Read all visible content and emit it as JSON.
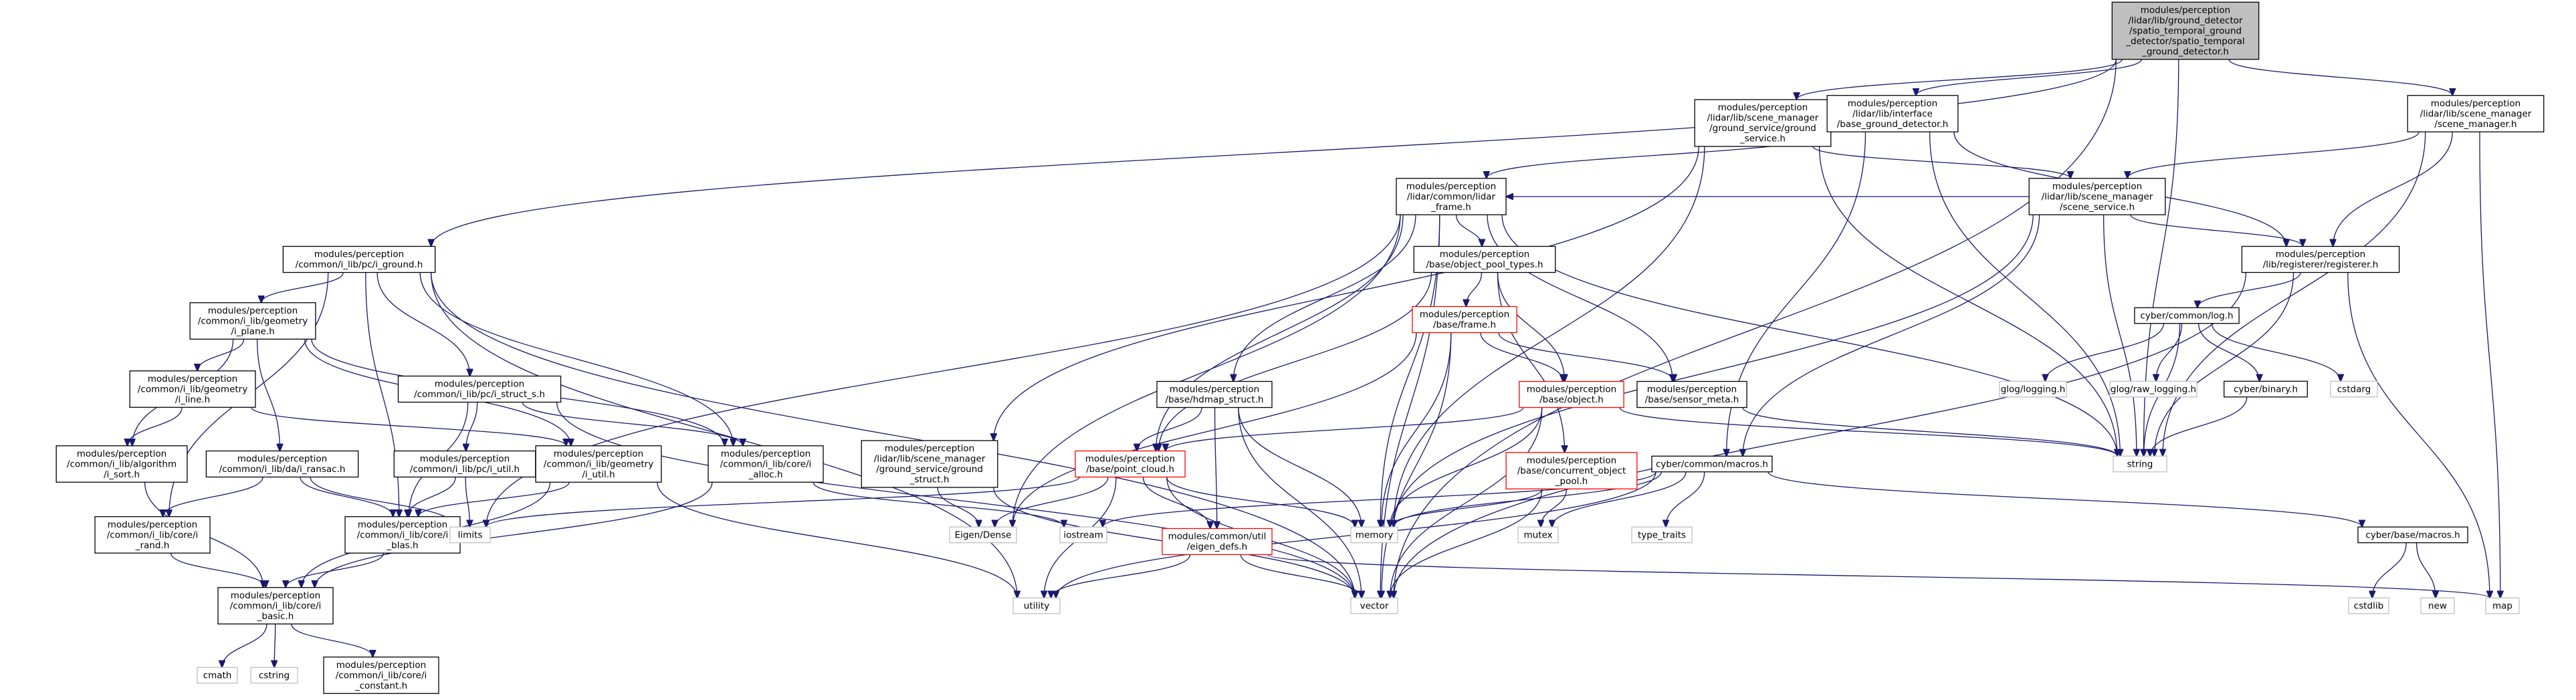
{
  "colors": {
    "edge": "#191970",
    "edge_light": "#63b8ff",
    "root_fill": "#bfbfbf",
    "box_stroke": "#000000",
    "warn_stroke": "#ff0000",
    "ext_stroke": "#bfbfbf",
    "text": "#000000"
  },
  "nodes": [
    {
      "id": "root",
      "kind": "root",
      "lines": [
        "modules/perception",
        "/lidar/lib/ground_detector",
        "/spatio_temporal_ground",
        "_detector/spatio_temporal",
        "_ground_detector.h"
      ]
    },
    {
      "id": "gs_ground_service",
      "kind": "file",
      "lines": [
        "modules/perception",
        "/lidar/lib/scene_manager",
        "/ground_service/ground",
        "_service.h"
      ]
    },
    {
      "id": "base_ground_detector",
      "kind": "file",
      "lines": [
        "modules/perception",
        "/lidar/lib/interface",
        "/base_ground_detector.h"
      ]
    },
    {
      "id": "scene_manager",
      "kind": "file",
      "lines": [
        "modules/perception",
        "/lidar/lib/scene_manager",
        "/scene_manager.h"
      ]
    },
    {
      "id": "i_ground",
      "kind": "file",
      "lines": [
        "modules/perception",
        "/common/i_lib/pc/i_ground.h"
      ]
    },
    {
      "id": "lidar_frame",
      "kind": "file",
      "lines": [
        "modules/perception",
        "/lidar/common/lidar",
        "_frame.h"
      ]
    },
    {
      "id": "scene_service",
      "kind": "file",
      "lines": [
        "modules/perception",
        "/lidar/lib/scene_manager",
        "/scene_service.h"
      ]
    },
    {
      "id": "registerer",
      "kind": "file",
      "lines": [
        "modules/perception",
        "/lib/registerer/registerer.h"
      ]
    },
    {
      "id": "i_plane",
      "kind": "file",
      "lines": [
        "modules/perception",
        "/common/i_lib/geometry",
        "/i_plane.h"
      ]
    },
    {
      "id": "object_pool_types",
      "kind": "file",
      "lines": [
        "modules/perception",
        "/base/object_pool_types.h"
      ]
    },
    {
      "id": "cyber_log",
      "kind": "file",
      "lines": [
        "cyber/common/log.h"
      ]
    },
    {
      "id": "base_frame",
      "kind": "warn",
      "lines": [
        "modules/perception",
        "/base/frame.h"
      ]
    },
    {
      "id": "i_line",
      "kind": "file",
      "lines": [
        "modules/perception",
        "/common/i_lib/geometry",
        "/i_line.h"
      ]
    },
    {
      "id": "i_struct_s",
      "kind": "file",
      "lines": [
        "modules/perception",
        "/common/i_lib/pc/i_struct_s.h"
      ]
    },
    {
      "id": "hdmap_struct",
      "kind": "file",
      "lines": [
        "modules/perception",
        "/base/hdmap_struct.h"
      ]
    },
    {
      "id": "base_object",
      "kind": "warn",
      "lines": [
        "modules/perception",
        "/base/object.h"
      ]
    },
    {
      "id": "sensor_meta",
      "kind": "file",
      "lines": [
        "modules/perception",
        "/base/sensor_meta.h"
      ]
    },
    {
      "id": "glog_logging",
      "kind": "ext",
      "lines": [
        "glog/logging.h"
      ]
    },
    {
      "id": "glog_raw_logging",
      "kind": "ext",
      "lines": [
        "glog/raw_logging.h"
      ]
    },
    {
      "id": "cyber_binary",
      "kind": "file",
      "lines": [
        "cyber/binary.h"
      ]
    },
    {
      "id": "cstdarg",
      "kind": "ext",
      "lines": [
        "cstdarg"
      ]
    },
    {
      "id": "i_sort",
      "kind": "file",
      "lines": [
        "modules/perception",
        "/common/i_lib/algorithm",
        "/i_sort.h"
      ]
    },
    {
      "id": "i_ransac",
      "kind": "file",
      "lines": [
        "modules/perception",
        "/common/i_lib/da/i_ransac.h"
      ]
    },
    {
      "id": "i_util_pc",
      "kind": "file",
      "lines": [
        "modules/perception",
        "/common/i_lib/pc/i_util.h"
      ]
    },
    {
      "id": "i_util_geom",
      "kind": "file",
      "lines": [
        "modules/perception",
        "/common/i_lib/geometry",
        "/i_util.h"
      ]
    },
    {
      "id": "i_alloc",
      "kind": "file",
      "lines": [
        "modules/perception",
        "/common/i_lib/core/i",
        "_alloc.h"
      ]
    },
    {
      "id": "gs_ground_struct",
      "kind": "file",
      "lines": [
        "modules/perception",
        "/lidar/lib/scene_manager",
        "/ground_service/ground",
        "_struct.h"
      ]
    },
    {
      "id": "point_cloud",
      "kind": "warn",
      "lines": [
        "modules/perception",
        "/base/point_cloud.h"
      ]
    },
    {
      "id": "concurrent_pool",
      "kind": "warn",
      "lines": [
        "modules/perception",
        "/base/concurrent_object",
        "_pool.h"
      ]
    },
    {
      "id": "cyber_macros",
      "kind": "file",
      "lines": [
        "cyber/common/macros.h"
      ]
    },
    {
      "id": "string",
      "kind": "ext",
      "lines": [
        "string"
      ]
    },
    {
      "id": "i_rand",
      "kind": "file",
      "lines": [
        "modules/perception",
        "/common/i_lib/core/i",
        "_rand.h"
      ]
    },
    {
      "id": "i_blas",
      "kind": "file",
      "lines": [
        "modules/perception",
        "/common/i_lib/core/i",
        "_blas.h"
      ]
    },
    {
      "id": "limits",
      "kind": "ext",
      "lines": [
        "limits"
      ]
    },
    {
      "id": "eigen_dense",
      "kind": "ext",
      "lines": [
        "Eigen/Dense"
      ]
    },
    {
      "id": "iostream",
      "kind": "ext",
      "lines": [
        "iostream"
      ]
    },
    {
      "id": "memory",
      "kind": "ext",
      "lines": [
        "memory"
      ]
    },
    {
      "id": "mutex",
      "kind": "ext",
      "lines": [
        "mutex"
      ]
    },
    {
      "id": "type_traits",
      "kind": "ext",
      "lines": [
        "type_traits"
      ]
    },
    {
      "id": "eigen_defs",
      "kind": "warn",
      "lines": [
        "modules/common/util",
        "/eigen_defs.h"
      ]
    },
    {
      "id": "base_macros",
      "kind": "file",
      "lines": [
        "cyber/base/macros.h"
      ]
    },
    {
      "id": "i_basic",
      "kind": "file",
      "lines": [
        "modules/perception",
        "/common/i_lib/core/i",
        "_basic.h"
      ]
    },
    {
      "id": "utility",
      "kind": "ext",
      "lines": [
        "utility"
      ]
    },
    {
      "id": "vector",
      "kind": "ext",
      "lines": [
        "vector"
      ]
    },
    {
      "id": "cstdlib",
      "kind": "ext",
      "lines": [
        "cstdlib"
      ]
    },
    {
      "id": "new",
      "kind": "ext",
      "lines": [
        "new"
      ]
    },
    {
      "id": "map",
      "kind": "ext",
      "lines": [
        "map"
      ]
    },
    {
      "id": "cmath",
      "kind": "ext",
      "lines": [
        "cmath"
      ]
    },
    {
      "id": "cstring",
      "kind": "ext",
      "lines": [
        "cstring"
      ]
    },
    {
      "id": "i_constant",
      "kind": "file",
      "lines": [
        "modules/perception",
        "/common/i_lib/core/i",
        "_constant.h"
      ]
    }
  ],
  "edges": [
    [
      "root",
      "gs_ground_service"
    ],
    [
      "root",
      "base_ground_detector"
    ],
    [
      "root",
      "scene_manager"
    ],
    [
      "root",
      "i_ground"
    ],
    [
      "root",
      "string"
    ],
    [
      "root",
      "vector"
    ],
    [
      "gs_ground_service",
      "scene_service"
    ],
    [
      "gs_ground_service",
      "gs_ground_struct"
    ],
    [
      "gs_ground_service",
      "memory"
    ],
    [
      "gs_ground_service",
      "string"
    ],
    [
      "base_ground_detector",
      "lidar_frame"
    ],
    [
      "base_ground_detector",
      "registerer"
    ],
    [
      "base_ground_detector",
      "cyber_macros"
    ],
    [
      "base_ground_detector",
      "string"
    ],
    [
      "scene_manager",
      "scene_service"
    ],
    [
      "scene_manager",
      "registerer"
    ],
    [
      "scene_manager",
      "string"
    ],
    [
      "scene_manager",
      "map"
    ],
    [
      "scene_service",
      "lidar_frame"
    ],
    [
      "scene_service",
      "registerer"
    ],
    [
      "scene_service",
      "cyber_macros"
    ],
    [
      "scene_service",
      "string"
    ],
    [
      "scene_service",
      "memory"
    ],
    [
      "lidar_frame",
      "object_pool_types"
    ],
    [
      "lidar_frame",
      "point_cloud"
    ],
    [
      "lidar_frame",
      "hdmap_struct"
    ],
    [
      "lidar_frame",
      "sensor_meta"
    ],
    [
      "lidar_frame",
      "eigen_dense"
    ],
    [
      "lidar_frame",
      "memory"
    ],
    [
      "lidar_frame",
      "vector"
    ],
    [
      "lidar_frame",
      "string"
    ],
    [
      "lidar_frame",
      "limits"
    ],
    [
      "object_pool_types",
      "base_frame"
    ],
    [
      "object_pool_types",
      "base_object"
    ],
    [
      "object_pool_types",
      "concurrent_pool"
    ],
    [
      "object_pool_types",
      "point_cloud"
    ],
    [
      "base_frame",
      "base_object"
    ],
    [
      "base_frame",
      "sensor_meta"
    ],
    [
      "base_frame",
      "memory"
    ],
    [
      "base_frame",
      "vector"
    ],
    [
      "base_frame",
      "eigen_dense"
    ],
    [
      "base_object",
      "point_cloud"
    ],
    [
      "base_object",
      "vector"
    ],
    [
      "base_object",
      "string"
    ],
    [
      "base_object",
      "memory"
    ],
    [
      "sensor_meta",
      "string"
    ],
    [
      "hdmap_struct",
      "point_cloud"
    ],
    [
      "hdmap_struct",
      "eigen_defs"
    ],
    [
      "hdmap_struct",
      "memory"
    ],
    [
      "hdmap_struct",
      "vector"
    ],
    [
      "point_cloud",
      "eigen_defs"
    ],
    [
      "point_cloud",
      "eigen_dense"
    ],
    [
      "point_cloud",
      "memory"
    ],
    [
      "point_cloud",
      "vector"
    ],
    [
      "point_cloud",
      "utility"
    ],
    [
      "point_cloud",
      "limits"
    ],
    [
      "eigen_defs",
      "vector"
    ],
    [
      "eigen_defs",
      "map"
    ],
    [
      "eigen_defs",
      "utility"
    ],
    [
      "concurrent_pool",
      "memory"
    ],
    [
      "concurrent_pool",
      "mutex"
    ],
    [
      "concurrent_pool",
      "vector"
    ],
    [
      "cyber_macros",
      "memory"
    ],
    [
      "cyber_macros",
      "mutex"
    ],
    [
      "cyber_macros",
      "type_traits"
    ],
    [
      "cyber_macros",
      "base_macros"
    ],
    [
      "cyber_macros",
      "iostream"
    ],
    [
      "cyber_macros",
      "utility"
    ],
    [
      "base_macros",
      "cstdlib"
    ],
    [
      "base_macros",
      "new"
    ],
    [
      "registerer",
      "cyber_log"
    ],
    [
      "registerer",
      "string"
    ],
    [
      "registerer",
      "map"
    ],
    [
      "registerer",
      "vector"
    ],
    [
      "cyber_log",
      "glog_logging"
    ],
    [
      "cyber_log",
      "glog_raw_logging"
    ],
    [
      "cyber_log",
      "cyber_binary"
    ],
    [
      "cyber_log",
      "cstdarg"
    ],
    [
      "cyber_log",
      "string"
    ],
    [
      "cyber_binary",
      "string"
    ],
    [
      "i_ground",
      "i_plane"
    ],
    [
      "i_ground",
      "i_struct_s"
    ],
    [
      "i_ground",
      "i_alloc"
    ],
    [
      "i_ground",
      "i_rand"
    ],
    [
      "i_ground",
      "i_blas"
    ],
    [
      "i_ground",
      "utility"
    ],
    [
      "i_ground",
      "vector"
    ],
    [
      "i_plane",
      "i_line"
    ],
    [
      "i_plane",
      "i_sort"
    ],
    [
      "i_plane",
      "i_ransac"
    ],
    [
      "i_plane",
      "i_util_geom"
    ],
    [
      "i_plane",
      "i_alloc"
    ],
    [
      "i_line",
      "i_util_geom"
    ],
    [
      "i_line",
      "i_sort"
    ],
    [
      "i_struct_s",
      "i_util_pc"
    ],
    [
      "i_struct_s",
      "i_alloc"
    ],
    [
      "i_struct_s",
      "i_blas"
    ],
    [
      "i_struct_s",
      "vector"
    ],
    [
      "i_util_pc",
      "i_blas"
    ],
    [
      "i_util_pc",
      "limits"
    ],
    [
      "i_util_geom",
      "i_blas"
    ],
    [
      "i_util_geom",
      "i_basic"
    ],
    [
      "i_util_geom",
      "utility"
    ],
    [
      "i_ransac",
      "i_rand"
    ],
    [
      "i_ransac",
      "i_blas"
    ],
    [
      "i_ransac",
      "limits"
    ],
    [
      "i_alloc",
      "i_basic"
    ],
    [
      "i_alloc",
      "iostream"
    ],
    [
      "i_sort",
      "i_basic"
    ],
    [
      "i_rand",
      "i_basic"
    ],
    [
      "i_blas",
      "i_basic"
    ],
    [
      "i_basic",
      "cmath"
    ],
    [
      "i_basic",
      "cstring"
    ],
    [
      "i_basic",
      "i_constant"
    ],
    [
      "gs_ground_struct",
      "eigen_dense"
    ],
    [
      "gs_ground_struct",
      "vector"
    ]
  ]
}
